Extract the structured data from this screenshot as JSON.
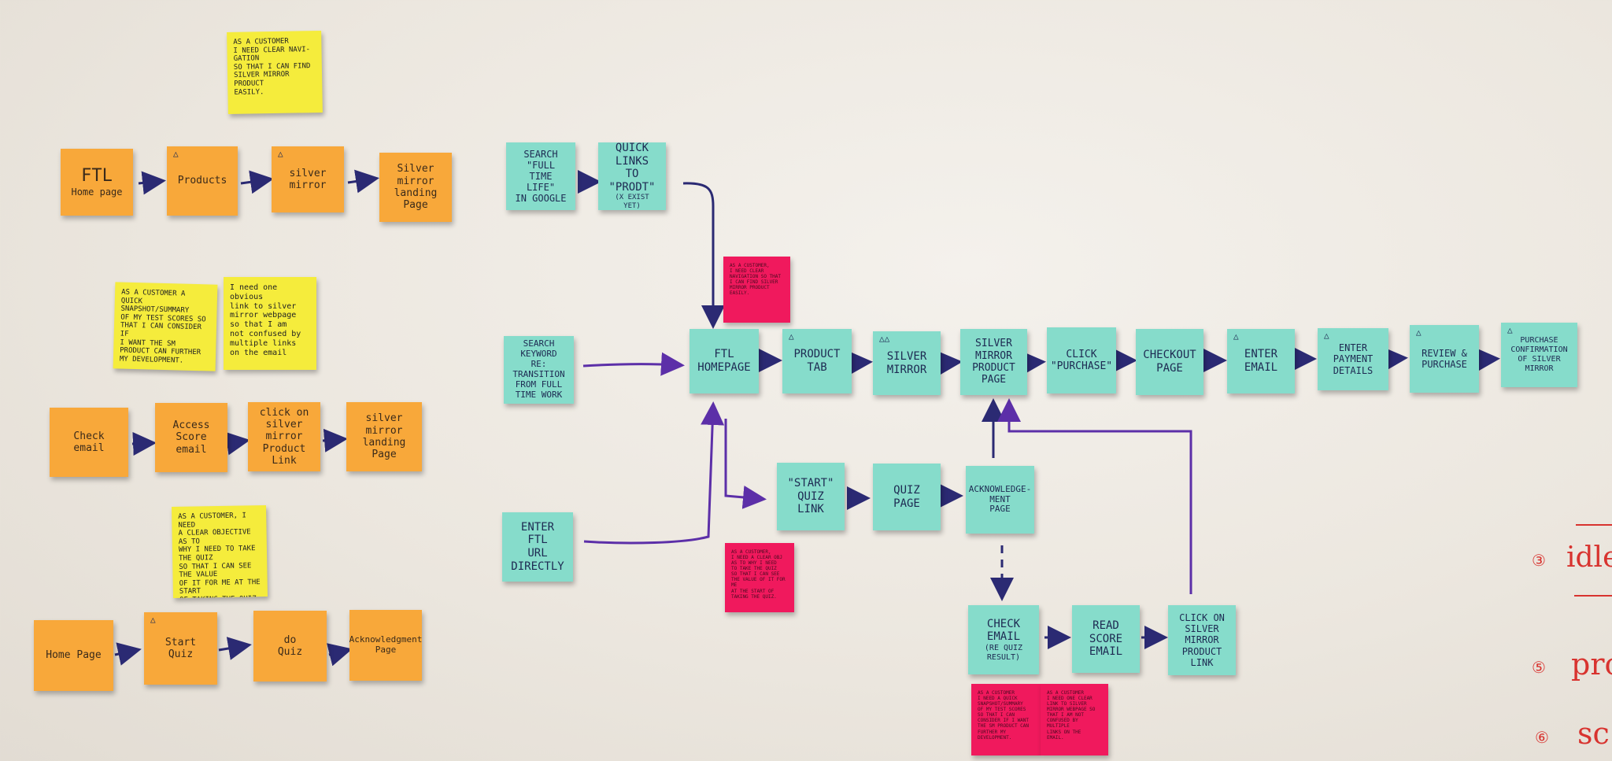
{
  "colors": {
    "orange": "#f8a83a",
    "teal": "#86dccb",
    "yellow": "#f5ec3c",
    "pink": "#f0195d",
    "arrow": "#2b2a73",
    "arrow_alt": "#5c2fa8",
    "marker_red": "#d8332f"
  },
  "left": {
    "story1": "AS A CUSTOMER\nI NEED CLEAR NAVI-\nGATION\nSO THAT I CAN FIND\nSILVER MIRROR PRODUCT\nEASILY.",
    "row1": [
      "FTL",
      "Home page",
      "Products",
      "silver mirror",
      "Silver mirror\nlanding Page"
    ],
    "story2a": "AS A CUSTOMER A\nQUICK SNAPSHOT/SUMMARY\nOF MY TEST SCORES SO\nTHAT I CAN CONSIDER IF\nI WANT THE SM\nPRODUCT CAN FURTHER\nMY DEVELOPMENT.",
    "story2b": "I need one obvious\nlink to silver\nmirror webpage\nso that I am\nnot confused by\nmultiple links\non the email",
    "row2": [
      "Check\nemail",
      "Access\nScore\nemail",
      "click on\nsilver\nmirror Product\nLink",
      "silver mirror\nlanding Page"
    ],
    "story3": "AS A CUSTOMER, I NEED\nA CLEAR OBJECTIVE AS TO\nWHY I NEED TO TAKE THE QUIZ\nSO THAT I CAN SEE THE VALUE\nOF IT FOR ME AT THE START\nOF TAKING THE QUIZ.",
    "row3": [
      "Home Page",
      "Start Quiz",
      "do\nQuiz",
      "Acknowledgment\nPage"
    ]
  },
  "flow": {
    "entry1": "SEARCH\n\"FULL TIME\nLIFE\"\nIN GOOGLE",
    "entry1b": "QUICK\nLINKS\nTO \"PRODT\"",
    "entry1b_sub": "(X EXIST YET)",
    "pink_top": "AS A CUSTOMER,\nI NEED CLEAR\nNAVIGATION SO THAT\nI CAN FIND SILVER\nMIRROR PRODUCT\nEASILY.",
    "entry2": "SEARCH\nKEYWORD\nRE: TRANSITION\nFROM FULL\nTIME WORK",
    "entry3": "ENTER\nFTL\nURL\nDIRECTLY",
    "main": [
      "FTL\nHOMEPAGE",
      "PRODUCT\nTAB",
      "SILVER\nMIRROR",
      "SILVER\nMIRROR\nPRODUCT\nPAGE",
      "CLICK\n\"PURCHASE\"",
      "CHECKOUT\nPAGE",
      "ENTER\nEMAIL",
      "ENTER\nPAYMENT\nDETAILS",
      "REVIEW &\nPURCHASE",
      "PURCHASE\nCONFIRMATION\nOF SILVER\nMIRROR"
    ],
    "quiz": [
      "\"START\"\nQUIZ\nLINK",
      "QUIZ\nPAGE",
      "ACKNOWLEDGE-\nMENT\nPAGE"
    ],
    "pink_mid": "AS A CUSTOMER,\nI NEED A CLEAR OBJ\nAS TO WHY I NEED\nTO TAKE THE QUIZ\nSO THAT I CAN SEE\nTHE VALUE OF IT FOR ME\nAT THE START OF\nTAKING THE QUIZ.",
    "email": [
      "CHECK\nEMAIL",
      "(RE QUIZ\nRESULT)",
      "READ\nSCORE\nEMAIL",
      "CLICK ON\nSILVER\nMIRROR\nPRODUCT\nLINK"
    ],
    "pink_b1": "AS A CUSTOMER\nI NEED A QUICK\nSNAPSHOT/SUMMARY\nOF MY TEST SCORES\nSO THAT I CAN\nCONSIDER IF I WANT\nTHE SM PRODUCT CAN\nFURTHER MY\nDEVELOPMENT.",
    "pink_b2": "AS A CUSTOMER\nI NEED ONE CLEAR\nLINK TO SILVER\nMIRROR WEBPAGE SO\nTHAT I AM NOT\nCONFUSED BY MULTIPLE\nLINKS ON THE\nEMAIL."
  },
  "marker": {
    "m1": "③",
    "m1t": "idle",
    "m2": "⑤",
    "m2t": "pro",
    "m3": "⑥",
    "m3t": "sc"
  }
}
